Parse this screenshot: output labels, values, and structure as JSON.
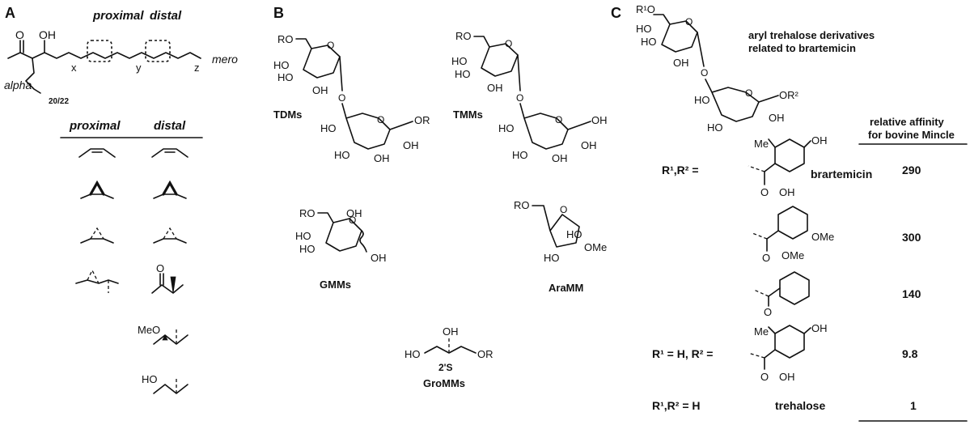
{
  "panels": {
    "a": "A",
    "b": "B",
    "c": "C"
  },
  "panel_a": {
    "proximal_label": "proximal",
    "distal_label": "distal",
    "mero_label": "mero",
    "alpha_label": "alpha",
    "oh_label": "OH",
    "o_label": "O",
    "x_label": "x",
    "y_label": "y",
    "z_label": "z",
    "subscript": "20/22",
    "table_header_proximal": "proximal",
    "table_header_distal": "distal",
    "meo_label": "MeO",
    "ho_label": "HO",
    "ketone_o": "O"
  },
  "panel_b": {
    "tdm": {
      "label": "TDMs",
      "ro": "RO",
      "ho1": "HO",
      "ho2": "HO",
      "oh1": "OH",
      "oh2": "OH",
      "or": "OR",
      "ho3": "HO",
      "ho4": "HO",
      "oh3": "OH",
      "ring_o1": "O",
      "ring_o2": "O",
      "link_o": "O"
    },
    "tmm": {
      "label": "TMMs",
      "ro": "RO",
      "ho1": "HO",
      "ho2": "HO",
      "oh1": "OH",
      "oh2": "OH",
      "oh_end": "OH",
      "ho3": "HO",
      "ho4": "HO",
      "oh3": "OH",
      "ring_o1": "O",
      "ring_o2": "O",
      "link_o": "O"
    },
    "gmm": {
      "label": "GMMs",
      "ro": "RO",
      "ho1": "HO",
      "ho2": "HO",
      "oh1": "OH",
      "oh2": "OH",
      "ring_o": "O"
    },
    "aramm": {
      "label": "AraMM",
      "ro": "RO",
      "ho1": "HO",
      "ho2": "HO",
      "ome": "OMe",
      "ring_o": "O"
    },
    "gromm": {
      "label": "GroMMs",
      "stereo": "2'S",
      "ho": "HO",
      "oh": "OH",
      "or": "OR"
    }
  },
  "panel_c": {
    "title_line1": "aryl trehalose derivatives",
    "title_line2": "related to brartemicin",
    "r1o": "R¹O",
    "or2": "OR²",
    "ho1": "HO",
    "ho2": "HO",
    "oh1": "OH",
    "ho3": "HO",
    "ho4": "HO",
    "oh2": "OH",
    "ring_o1": "O",
    "ring_o2": "O",
    "link_o": "O",
    "column_header_line1": "relative affinity",
    "column_header_line2": "for bovine Mincle",
    "rows": [
      {
        "label": "R¹,R² =",
        "name": "brartemicin",
        "value": "290",
        "me": "Me",
        "oh_a": "OH",
        "oh_b": "OH",
        "o": "O"
      },
      {
        "label": "",
        "name": "",
        "value": "300",
        "ome_a": "OMe",
        "ome_b": "OMe",
        "o": "O"
      },
      {
        "label": "",
        "name": "",
        "value": "140",
        "o": "O"
      },
      {
        "label": "R¹ = H, R² =",
        "name": "",
        "value": "9.8",
        "me": "Me",
        "oh_a": "OH",
        "oh_b": "OH",
        "o": "O"
      },
      {
        "label": "R¹,R² = H",
        "name": "trehalose",
        "value": "1"
      }
    ]
  }
}
